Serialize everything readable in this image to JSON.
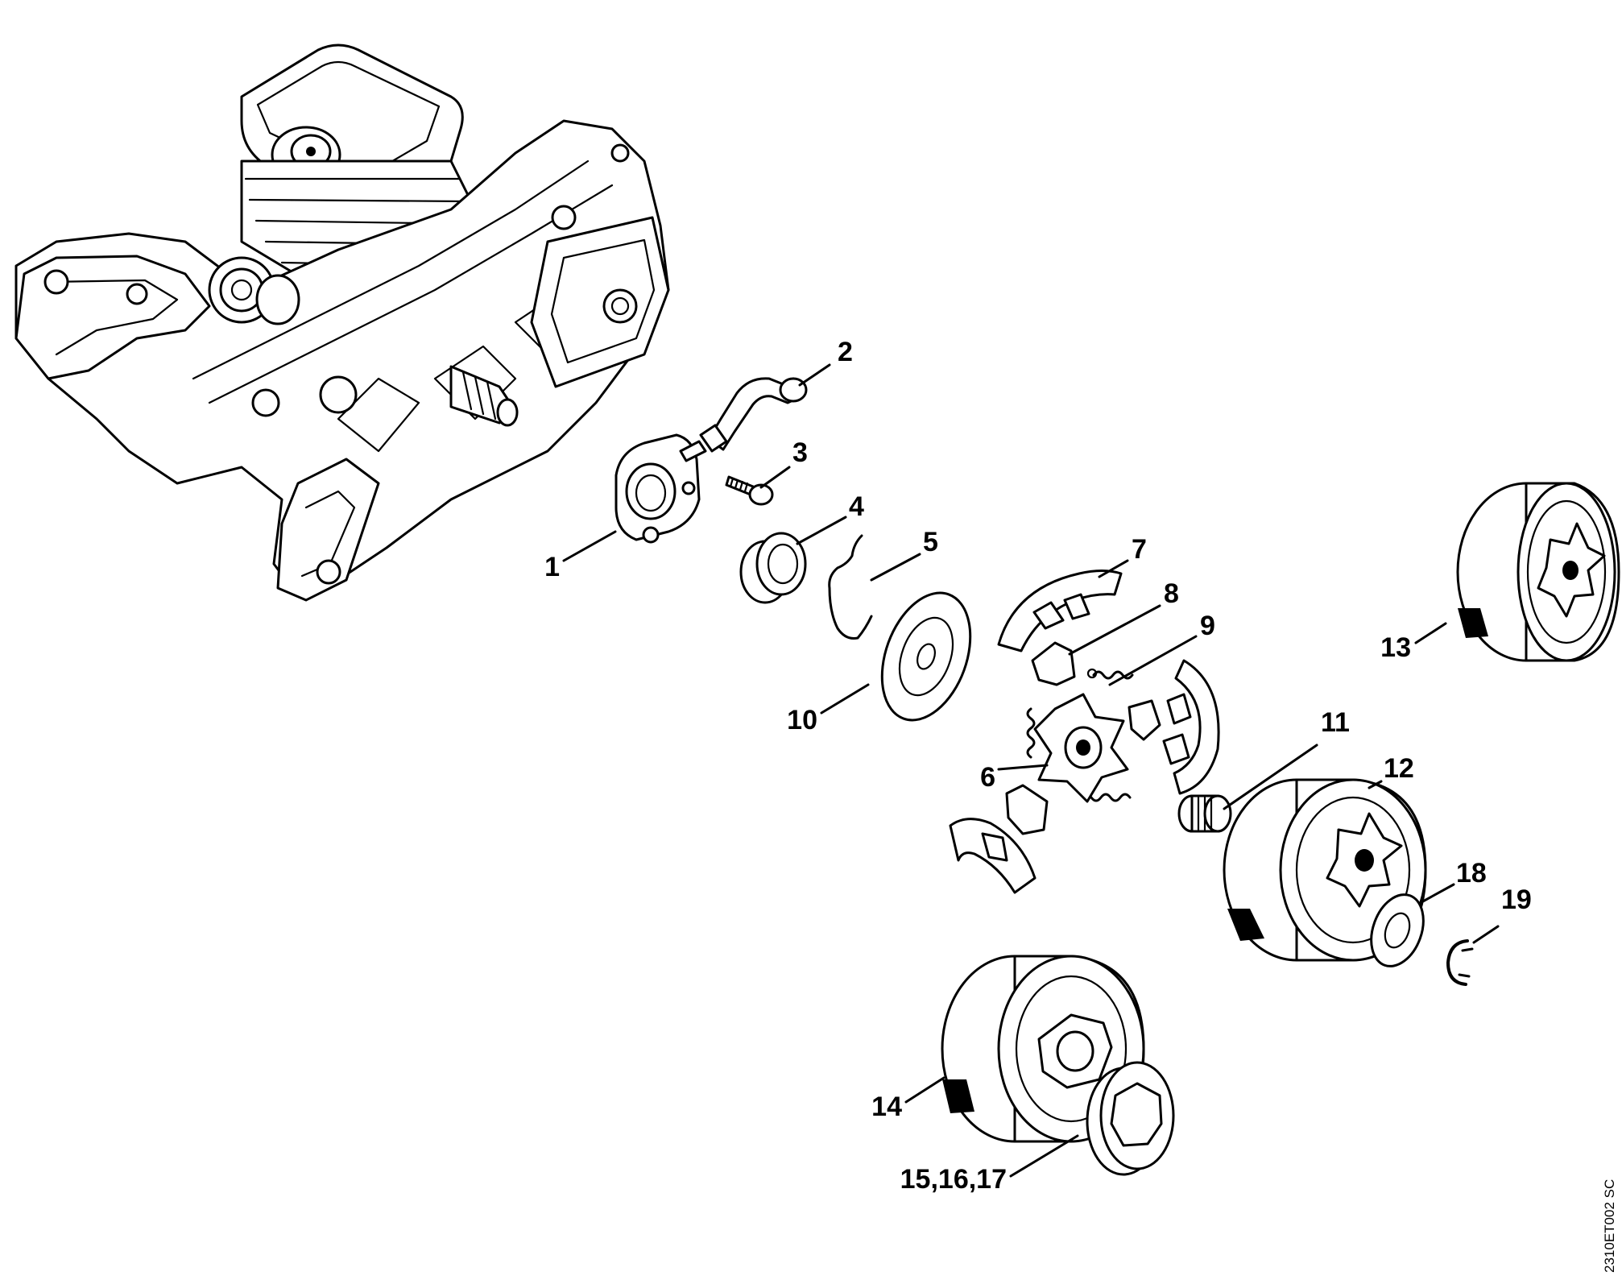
{
  "drawing_ref": "2310ET002 SC",
  "callouts": [
    {
      "id": "1",
      "label": "1"
    },
    {
      "id": "2",
      "label": "2"
    },
    {
      "id": "3",
      "label": "3"
    },
    {
      "id": "4",
      "label": "4"
    },
    {
      "id": "5",
      "label": "5"
    },
    {
      "id": "6",
      "label": "6"
    },
    {
      "id": "7",
      "label": "7"
    },
    {
      "id": "8",
      "label": "8"
    },
    {
      "id": "9",
      "label": "9"
    },
    {
      "id": "10",
      "label": "10"
    },
    {
      "id": "11",
      "label": "11"
    },
    {
      "id": "12",
      "label": "12"
    },
    {
      "id": "13",
      "label": "13"
    },
    {
      "id": "14",
      "label": "14"
    },
    {
      "id": "15-16-17",
      "label": "15,16,17"
    },
    {
      "id": "18",
      "label": "18"
    },
    {
      "id": "19",
      "label": "19"
    }
  ]
}
